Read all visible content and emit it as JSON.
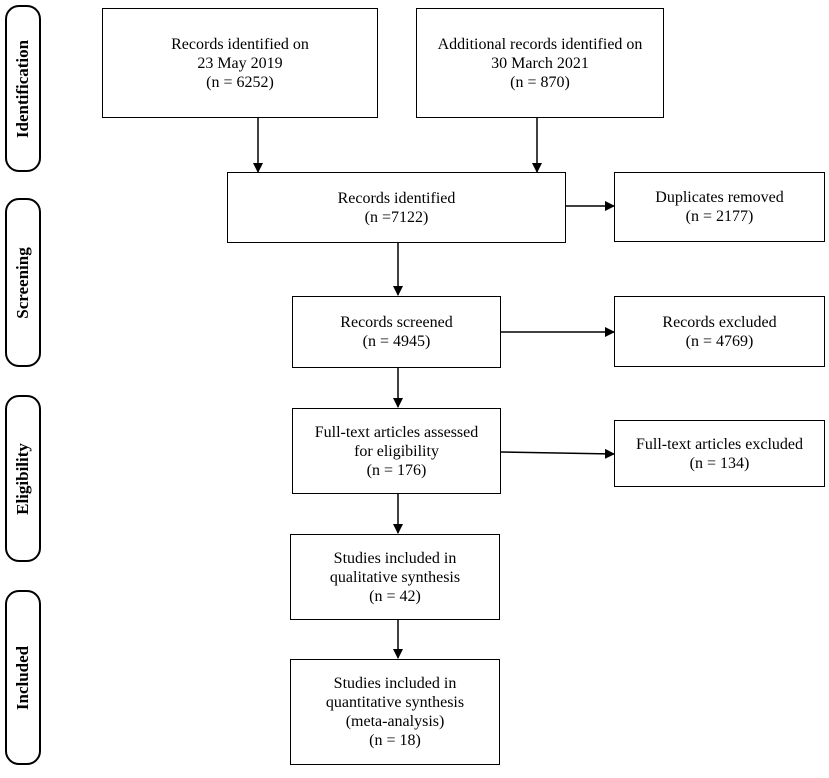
{
  "phases": {
    "identification": "Identification",
    "screening": "Screening",
    "eligibility": "Eligibility",
    "included": "Included"
  },
  "boxes": {
    "records_2019": {
      "line1": "Records identified on",
      "line2": "23 May 2019",
      "line3": "(n = 6252)"
    },
    "records_2021": {
      "line1": "Additional records identified on",
      "line2": "30 March 2021",
      "line3": "(n = 870)"
    },
    "records_identified": {
      "line1": "Records identified",
      "line2": "(n =7122)"
    },
    "duplicates_removed": {
      "line1": "Duplicates removed",
      "line2": "(n = 2177)"
    },
    "records_screened": {
      "line1": "Records screened",
      "line2": "(n = 4945)"
    },
    "records_excluded": {
      "line1": "Records excluded",
      "line2": "(n = 4769)"
    },
    "fulltext_assessed": {
      "line1": "Full-text articles assessed",
      "line2": "for eligibility",
      "line3": "(n = 176)"
    },
    "fulltext_excluded": {
      "line1": "Full-text articles excluded",
      "line2": "(n = 134)"
    },
    "qualitative": {
      "line1": "Studies included in",
      "line2": "qualitative synthesis",
      "line3": "(n = 42)"
    },
    "quantitative": {
      "line1": "Studies included in",
      "line2": "quantitative synthesis",
      "line3": "(meta-analysis)",
      "line4": "(n = 18)"
    }
  }
}
